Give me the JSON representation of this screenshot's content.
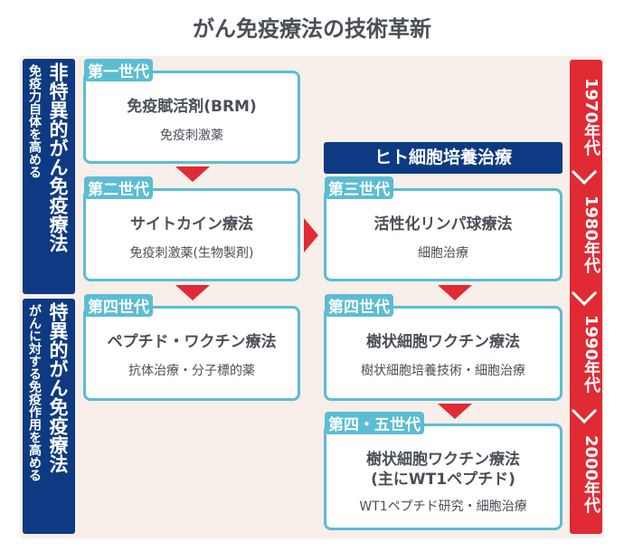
{
  "title": "がん免疫療法の技術革新",
  "left_labels": [
    {
      "heading": "非特異的がん免疫療法",
      "desc": "免疫力自体を高める"
    },
    {
      "heading": "特異的がん免疫療法",
      "desc": "がんに対する免疫作用を高める"
    }
  ],
  "cell_culture_header": "ヒト細胞培養治療",
  "cards": [
    {
      "generation": "第一世代",
      "main": "免疫賦活剤(BRM)",
      "sub": "免疫刺激薬"
    },
    {
      "generation": "第二世代",
      "main": "サイトカイン療法",
      "sub": "免疫刺激薬(生物製剤)"
    },
    {
      "generation": "第四世代",
      "main": "ペプチド・ワクチン療法",
      "sub": "抗体治療・分子標的薬"
    },
    {
      "generation": "第三世代",
      "main": "活性化リンパ球療法",
      "sub": "細胞治療"
    },
    {
      "generation": "第四世代",
      "main": "樹状細胞ワクチン療法",
      "sub": "樹状細胞培養技術・細胞治療"
    },
    {
      "generation": "第四・五世代",
      "main": "樹状細胞ワクチン療法",
      "main2": "(主にWT1ペプチド)",
      "sub": "WT1ペプチド研究・細胞治療"
    }
  ],
  "timeline": [
    "1970年代",
    "1980年代",
    "1990年代",
    "2000年代"
  ],
  "colors": {
    "navy": "#0d3a82",
    "red": "#e02a34",
    "teal": "#5bbdd3",
    "panel": "#f8eeea"
  }
}
